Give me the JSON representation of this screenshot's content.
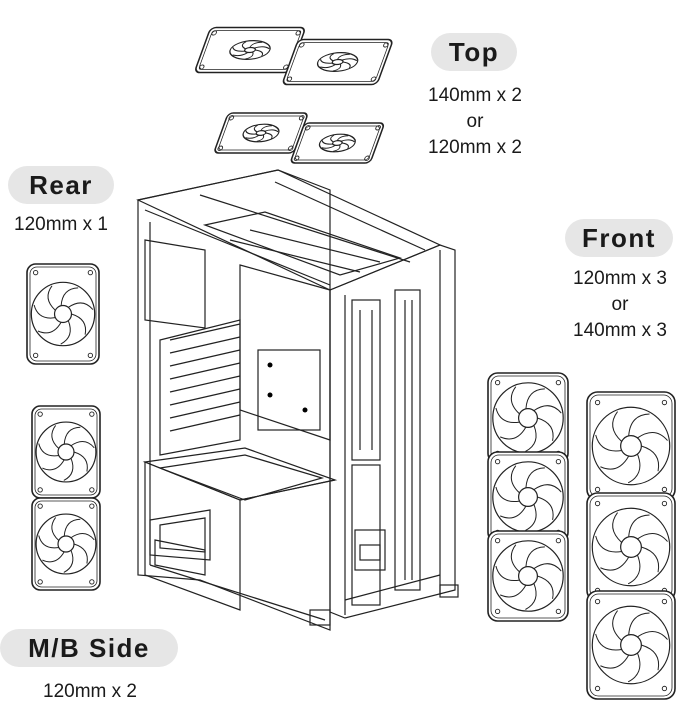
{
  "sections": {
    "top": {
      "title": "Top",
      "lines": [
        "140mm x 2",
        "or",
        "120mm x 2"
      ]
    },
    "rear": {
      "title": "Rear",
      "lines": [
        "120mm x 1"
      ]
    },
    "front": {
      "title": "Front",
      "lines": [
        "120mm x 3",
        "or",
        "140mm x 3"
      ]
    },
    "mb": {
      "title": "M/B Side",
      "lines": [
        "120mm x 2"
      ]
    }
  },
  "fan_groups": {
    "top_140": {
      "label": "top",
      "count": 2,
      "size_mm": 140
    },
    "top_120": {
      "label": "top",
      "count": 2,
      "size_mm": 120
    },
    "rear": {
      "label": "rear",
      "count": 1,
      "size_mm": 120
    },
    "mb_side": {
      "label": "mb-side",
      "count": 2,
      "size_mm": 120
    },
    "front_120": {
      "label": "front",
      "count": 3,
      "size_mm": 120
    },
    "front_140": {
      "label": "front",
      "count": 3,
      "size_mm": 140
    }
  },
  "colors": {
    "line": "#222222",
    "pill": "#e6e6e6",
    "text": "#1a1a1a"
  }
}
